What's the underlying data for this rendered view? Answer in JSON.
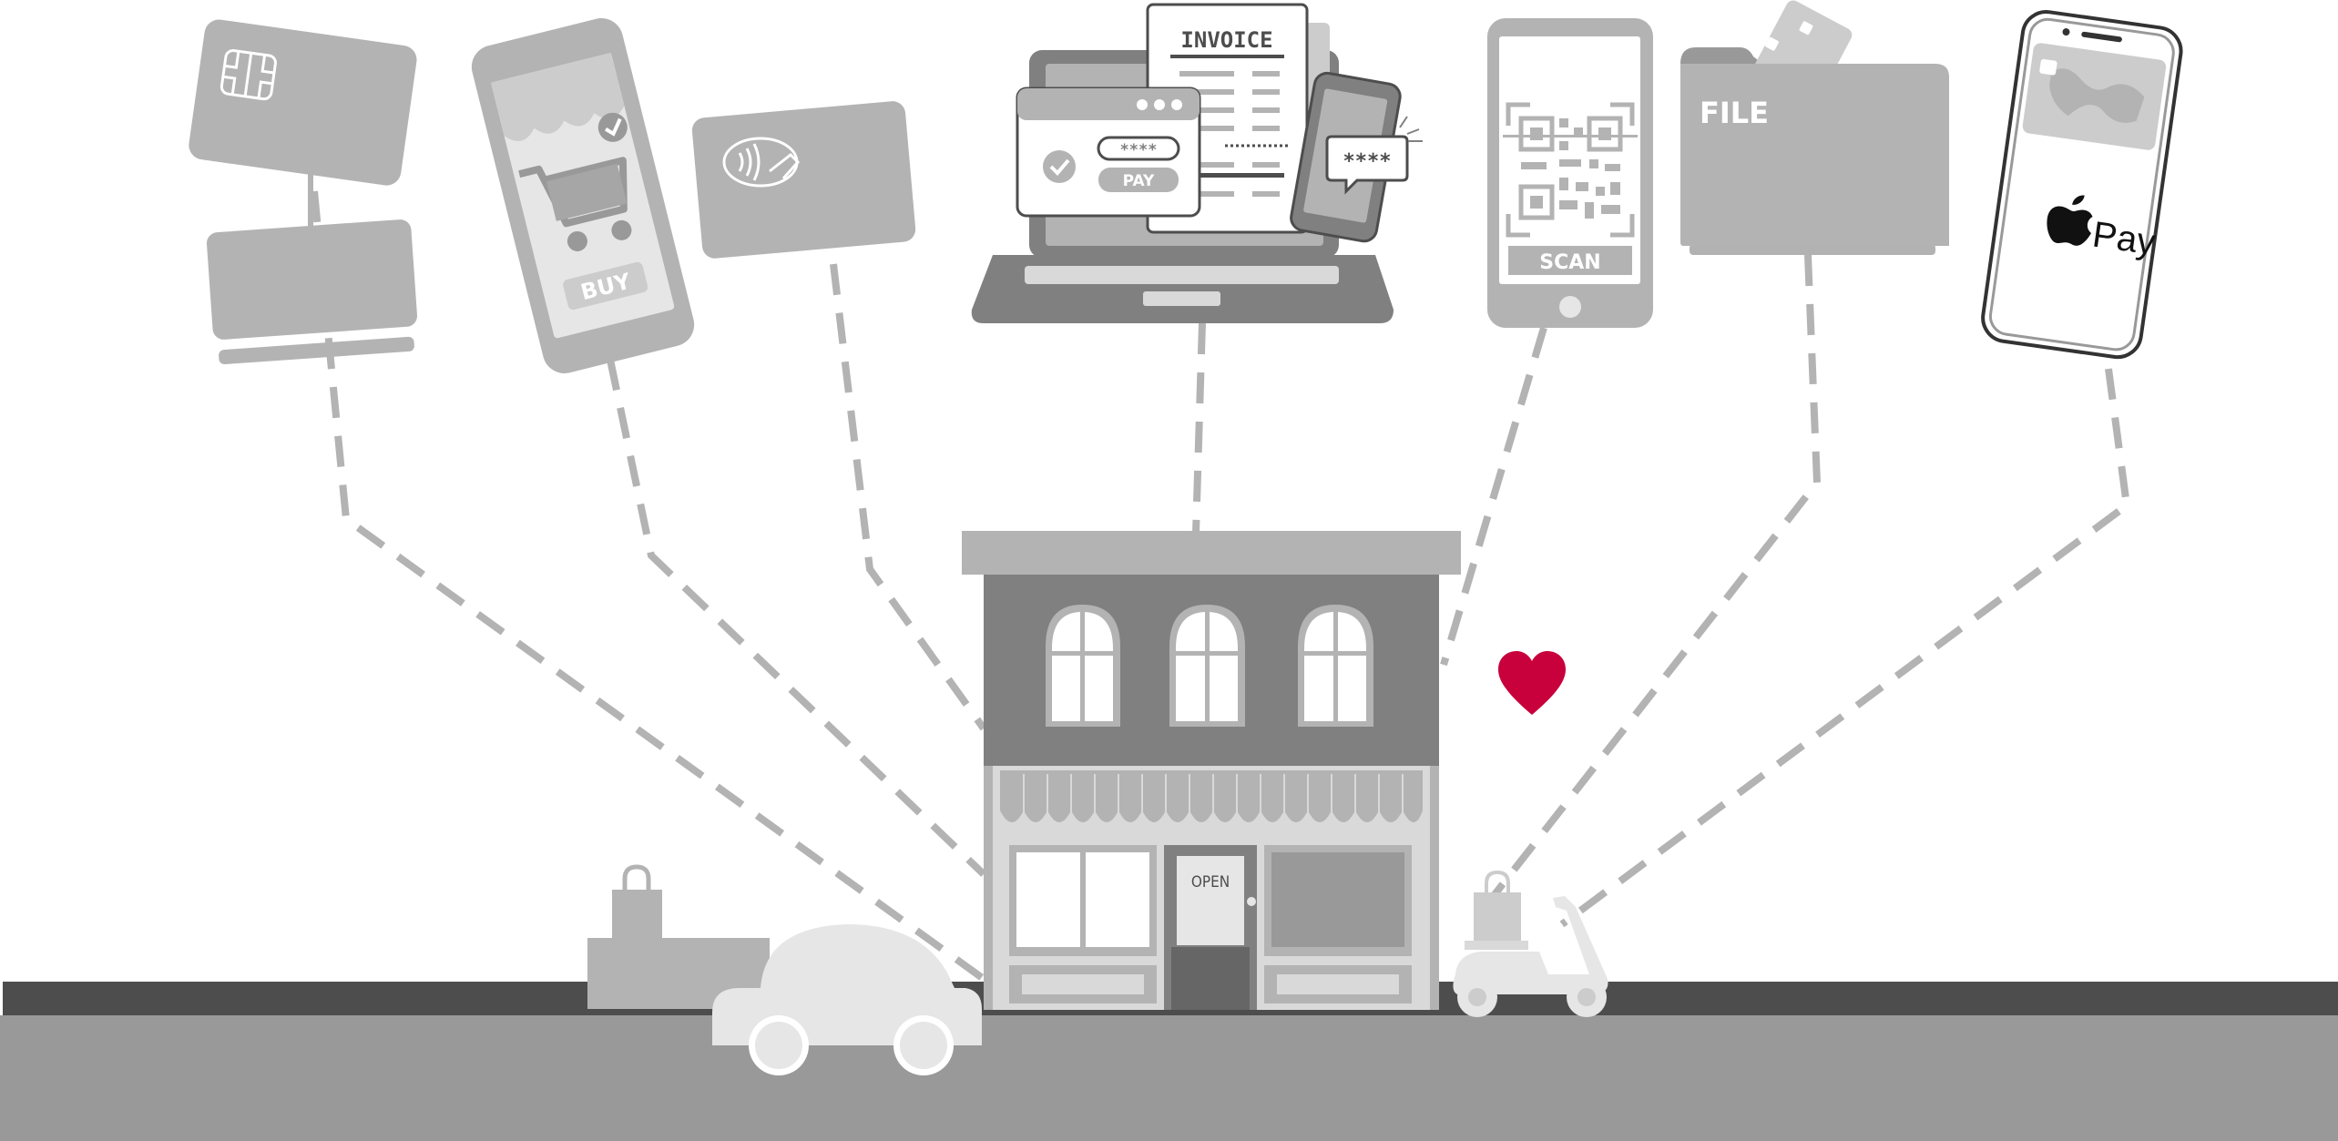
{
  "labels": {
    "buy": "BUY",
    "invoice": "INVOICE",
    "pin_mask": "****",
    "pay": "PAY",
    "chat_pin": "****",
    "scan": "SCAN",
    "file": "FILE",
    "apple_pay": "Pay",
    "open_sign": "OPEN"
  },
  "colors": {
    "icon_gray": "#b3b3b3",
    "dark_gray": "#808080",
    "road_dark": "#4d4d4d",
    "ground": "#999999",
    "heart": "#c8003c"
  }
}
